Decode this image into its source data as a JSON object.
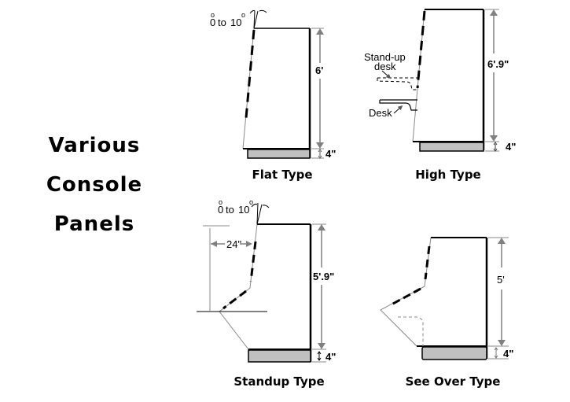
{
  "title": {
    "lines": [
      "Various",
      "Console",
      "Panels"
    ]
  },
  "panels": [
    {
      "id": "flat",
      "caption": "Flat Type",
      "height_label": "6'",
      "base_label": "4\"",
      "angle_label": {
        "from": "0",
        "to_word": "to",
        "to": "10",
        "degree": "o"
      }
    },
    {
      "id": "high",
      "caption": "High Type",
      "height_label": "6'.9\"",
      "base_label": "4\"",
      "annotations": [
        "Stand-up",
        "desk",
        "Desk"
      ]
    },
    {
      "id": "standup",
      "caption": "Standup Type",
      "height_label": "5'.9\"",
      "base_label": "4\"",
      "depth_label": "24\"",
      "angle_label": {
        "from": "0",
        "to_word": "to",
        "to": "10",
        "degree": "o"
      }
    },
    {
      "id": "seeover",
      "caption": "See Over Type",
      "height_label": "5'",
      "base_label": "4\""
    }
  ],
  "colors": {
    "outline": "#000000",
    "dimension": "#808080",
    "base_fill": "#c0c0c0",
    "background": "#ffffff"
  }
}
